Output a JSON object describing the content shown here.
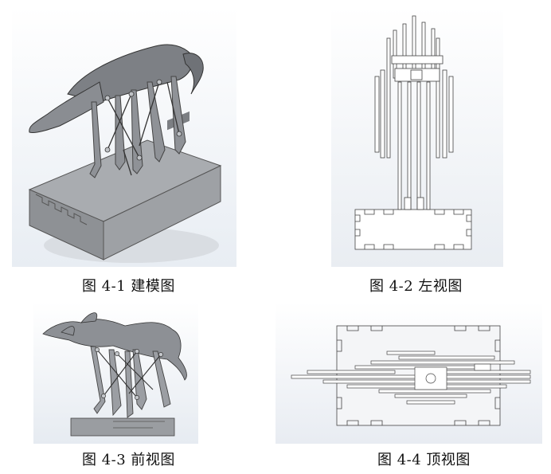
{
  "figures": [
    {
      "caption": "图 4-1 建模图"
    },
    {
      "caption": "图 4-2 左视图"
    },
    {
      "caption": "图 4-3 前视图"
    },
    {
      "caption": "图 4-4 顶视图"
    }
  ]
}
